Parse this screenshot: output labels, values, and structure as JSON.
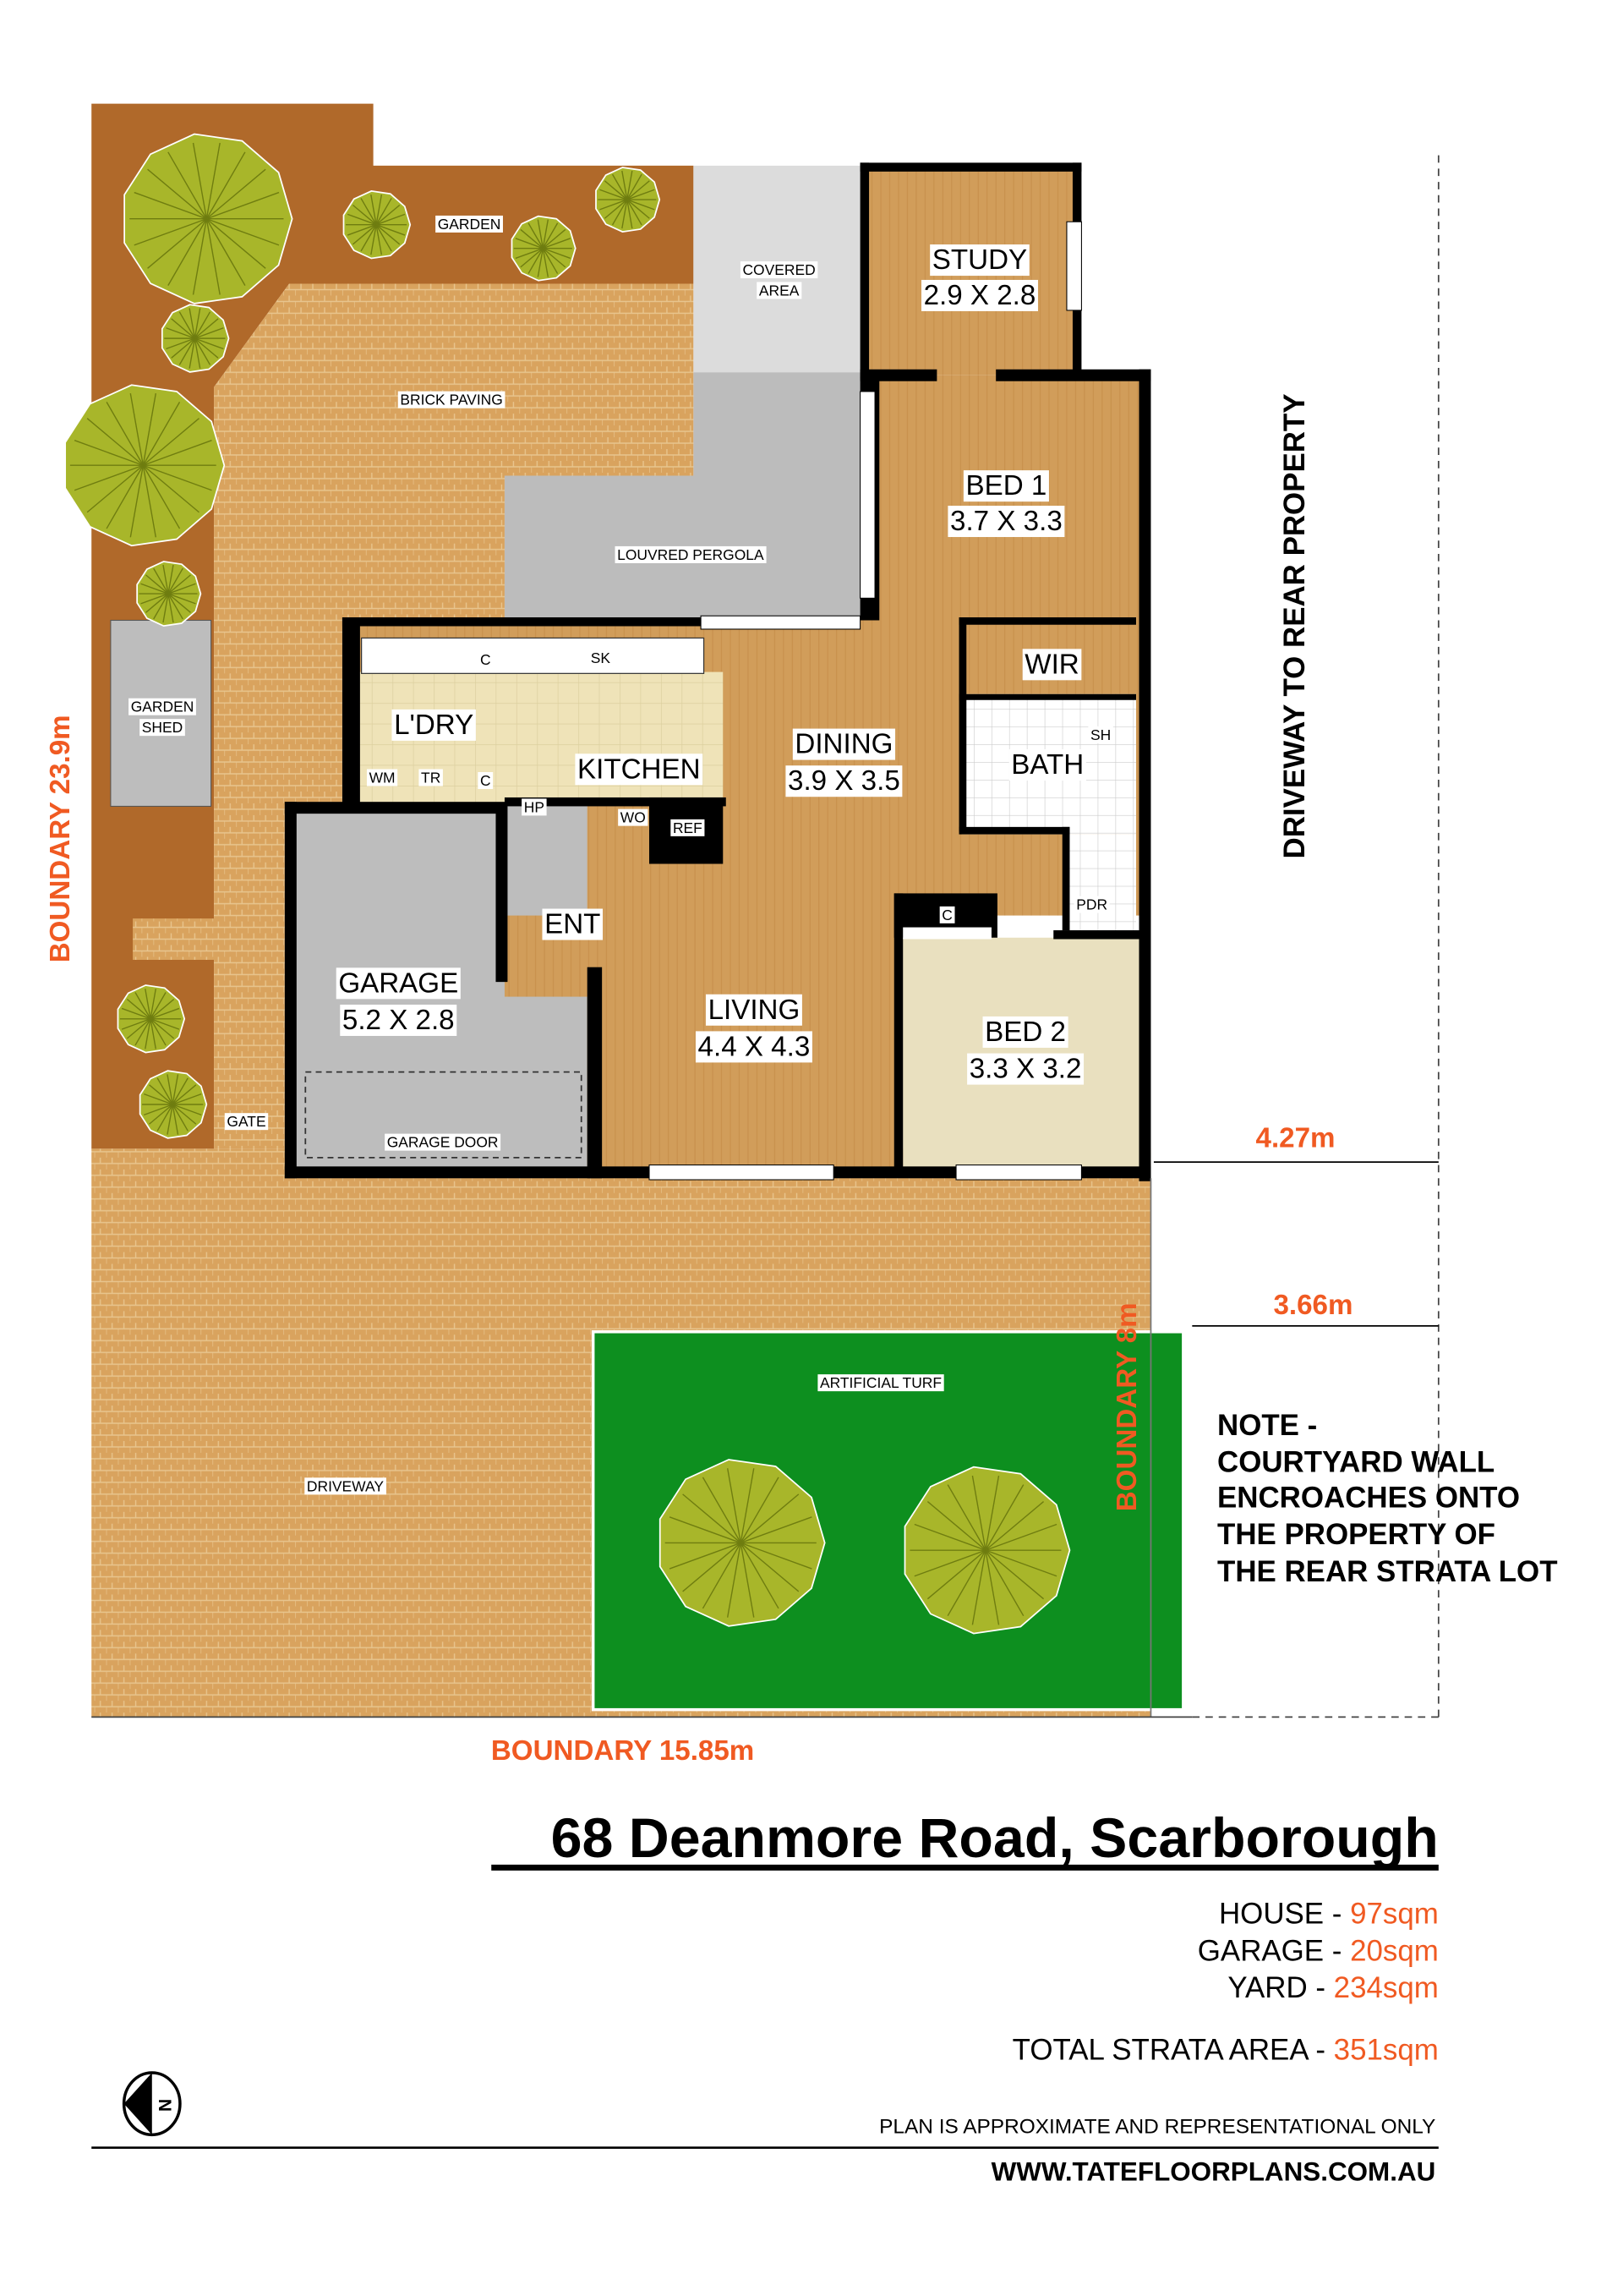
{
  "labels": {
    "garden": "GARDEN",
    "covered_area_1": "COVERED",
    "covered_area_2": "AREA",
    "brick_paving": "BRICK PAVING",
    "louvred_pergola": "LOUVRED PERGOLA",
    "garden_shed_1": "GARDEN",
    "garden_shed_2": "SHED",
    "gate": "GATE",
    "garage_door": "GARAGE DOOR",
    "driveway": "DRIVEWAY",
    "artificial_turf": "ARTIFICIAL TURF",
    "c": "C",
    "sk": "SK",
    "wm": "WM",
    "tr": "TR",
    "hp": "HP",
    "wo": "WO",
    "ref": "REF",
    "sh": "SH",
    "pdr": "PDR"
  },
  "rooms": {
    "study": {
      "name": "STUDY",
      "size": "2.9 X 2.8"
    },
    "bed1": {
      "name": "BED 1",
      "size": "3.7 X 3.3"
    },
    "wir": {
      "name": "WIR"
    },
    "dining": {
      "name": "DINING",
      "size": "3.9 X 3.5"
    },
    "bath": {
      "name": "BATH"
    },
    "ldry": {
      "name": "L'DRY"
    },
    "kitchen": {
      "name": "KITCHEN"
    },
    "ent": {
      "name": "ENT"
    },
    "garage": {
      "name": "GARAGE",
      "size": "5.2 X 2.8"
    },
    "living": {
      "name": "LIVING",
      "size": "4.4 X 4.3"
    },
    "bed2": {
      "name": "BED 2",
      "size": "3.3 X 3.2"
    }
  },
  "boundaries": {
    "left": "BOUNDARY 23.9m",
    "bottom": "BOUNDARY 15.85m",
    "right": "BOUNDARY 8m",
    "dim_upper": "4.27m",
    "dim_lower": "3.66m",
    "driveway_to_rear": "DRIVEWAY TO REAR PROPERTY"
  },
  "note": [
    "NOTE -",
    "COURTYARD WALL",
    "ENCROACHES ONTO",
    "THE PROPERTY OF",
    "THE REAR STRATA LOT"
  ],
  "title": "68 Deanmore Road, Scarborough",
  "areas": [
    {
      "label": "HOUSE - ",
      "value": "97sqm"
    },
    {
      "label": "GARAGE - ",
      "value": "20sqm"
    },
    {
      "label": "YARD - ",
      "value": "234sqm"
    }
  ],
  "total": {
    "label": "TOTAL STRATA AREA - ",
    "value": "351sqm"
  },
  "compass": "N",
  "disclaimer": "PLAN IS APPROXIMATE AND REPRESENTATIONAL ONLY",
  "website": "WWW.TATEFLOORPLANS.COM.AU",
  "colors": {
    "accent": "#f05a22",
    "garden": "#b26a2a",
    "paving": "#d9a560",
    "floor": "#d2a05c",
    "turf": "#0d8f1f",
    "tree": "#a8b62a"
  }
}
